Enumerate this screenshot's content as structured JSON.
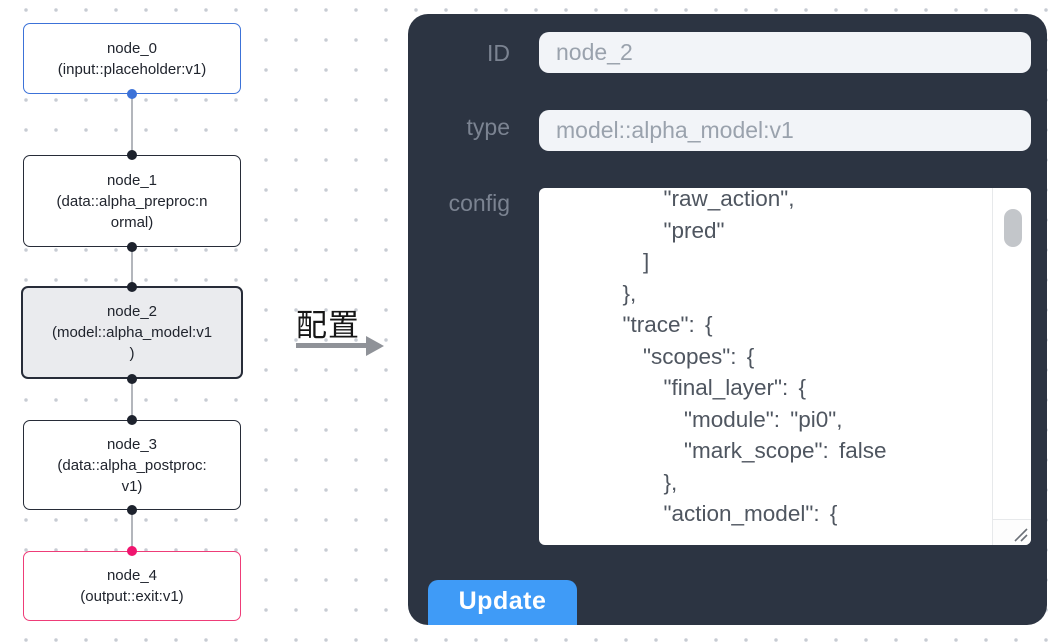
{
  "colors": {
    "panel_bg": "#2c3442",
    "update_button_blue": "#3f9bf7",
    "input_node_accent": "#3c72d8",
    "output_node_accent": "#ee3c78",
    "selected_node_fill": "#eaebee",
    "field_bg": "#f2f4f8"
  },
  "flow": {
    "nodes": [
      {
        "id": "node_0",
        "text": "node_0\n(input::placeholder:v1)"
      },
      {
        "id": "node_1",
        "text": "node_1\n(data::alpha_preproc:n\normal)"
      },
      {
        "id": "node_2",
        "text": "node_2\n(model::alpha_model:v1\n)"
      },
      {
        "id": "node_3",
        "text": "node_3\n(data::alpha_postproc:\nv1)"
      },
      {
        "id": "node_4",
        "text": "node_4\n(output::exit:v1)"
      }
    ]
  },
  "transition": {
    "label": "配置"
  },
  "panel": {
    "id_field": {
      "label": "ID",
      "value": "node_2"
    },
    "type_field": {
      "label": "type",
      "value": "model::alpha_model:v1"
    },
    "config_field": {
      "label": "config",
      "value": "      \"raw_action\",\n      \"pred\"\n    ]\n  },\n  \"trace\": {\n    \"scopes\": {\n      \"final_layer\": {\n        \"module\": \"pi0\",\n        \"mark_scope\": false\n      },\n      \"action_model\": {"
    },
    "update_button": {
      "label": "Update"
    }
  }
}
